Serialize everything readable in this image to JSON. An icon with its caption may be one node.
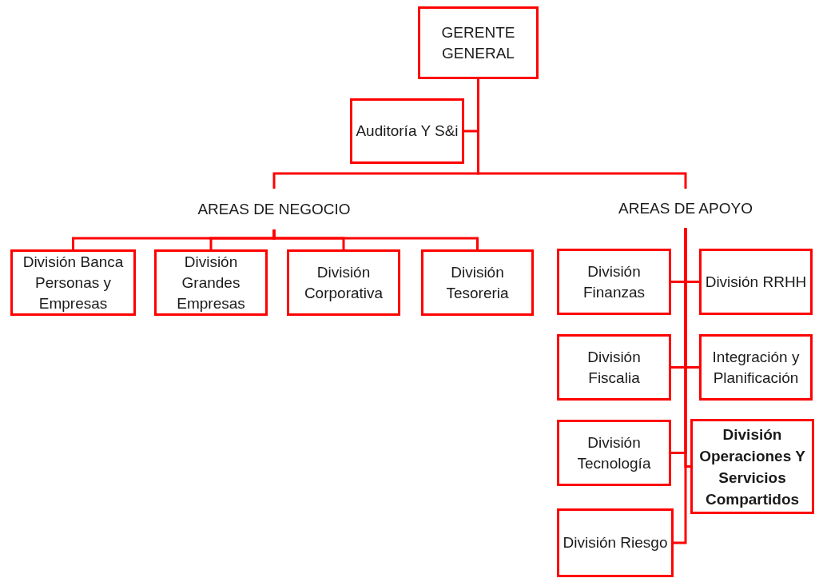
{
  "diagram": {
    "nodes": [
      {
        "text": [
          "GERENTE GENERAL"
        ]
      },
      {
        "text": [
          "Auditoría Y S&i"
        ]
      },
      {
        "text": [
          "AREAS DE NEGOCIO"
        ]
      },
      {
        "text": [
          "AREAS DE APOYO"
        ]
      },
      {
        "text": [
          "División Banca Personas y Empresas"
        ]
      },
      {
        "text": [
          "División Grandes Empresas"
        ]
      },
      {
        "text": [
          "División Corporativa"
        ]
      },
      {
        "text": [
          "División Tesoreria"
        ]
      },
      {
        "text": [
          "División Finanzas"
        ]
      },
      {
        "text": [
          "División RRHH"
        ]
      },
      {
        "text": [
          "División Fiscalia"
        ]
      },
      {
        "text": [
          "Integración y Planificación"
        ]
      },
      {
        "text": [
          "División Tecnología"
        ]
      },
      {
        "text": [
          "División Operaciones Y Servicios Compartidos"
        ]
      },
      {
        "text": [
          "División Riesgo"
        ]
      }
    ],
    "edges": [
      {
        "from": 0,
        "to": 1,
        "arrow": "none"
      },
      {
        "from": 0,
        "to": 2,
        "arrow": "none"
      },
      {
        "from": 0,
        "to": 3,
        "arrow": "none"
      },
      {
        "from": 2,
        "to": 4,
        "arrow": "none"
      },
      {
        "from": 2,
        "to": 5,
        "arrow": "none"
      },
      {
        "from": 2,
        "to": 6,
        "arrow": "none"
      },
      {
        "from": 2,
        "to": 7,
        "arrow": "none"
      },
      {
        "from": 3,
        "to": 8,
        "arrow": "none"
      },
      {
        "from": 3,
        "to": 9,
        "arrow": "none"
      },
      {
        "from": 3,
        "to": 10,
        "arrow": "none"
      },
      {
        "from": 3,
        "to": 11,
        "arrow": "none"
      },
      {
        "from": 3,
        "to": 12,
        "arrow": "none"
      },
      {
        "from": 3,
        "to": 13,
        "arrow": "none"
      },
      {
        "from": 3,
        "to": 14,
        "arrow": "none"
      }
    ]
  }
}
